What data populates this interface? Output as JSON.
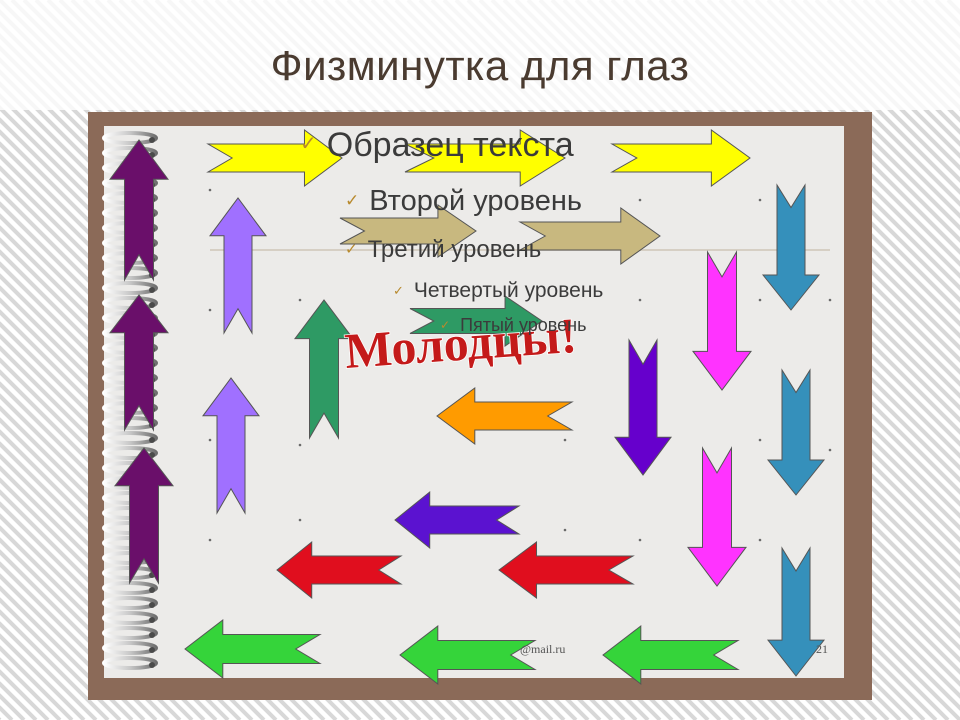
{
  "slide": {
    "title": "Физминутка для глаз",
    "bullets": {
      "level1": "Образец текста",
      "level2": "Второй уровень",
      "level3": "Третий уровень",
      "level4": "Четвертый уровень",
      "level5": "Пятый уровень"
    },
    "wordart": "Молодцы!",
    "footer_email": "@mail.ru",
    "slide_number": "21"
  },
  "colors": {
    "yellow": "#ffff00",
    "khaki": "#c8b87f",
    "dark_purple": "#6a0f6a",
    "lavender": "#a070ff",
    "teal_green": "#2e9a64",
    "orange": "#ff9b00",
    "violet": "#6600cc",
    "blue_violet": "#5b12d0",
    "magenta": "#ff33ff",
    "steel_blue": "#3590bb",
    "red": "#e00e1e",
    "green": "#35d43a",
    "wordart_red": "#c41a1a"
  },
  "icons": {
    "bullet": "checkmark-bullet-icon",
    "arrow": "block-arrow-icon"
  }
}
